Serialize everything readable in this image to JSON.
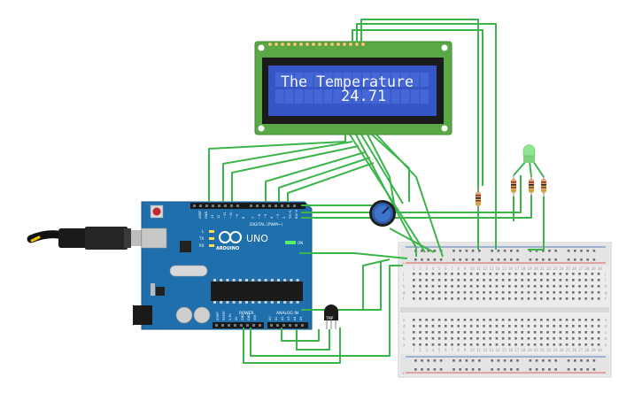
{
  "lcd": {
    "line1": "The Temperature",
    "line2": "24.71"
  },
  "arduino": {
    "logo_text": "ARDUINO",
    "model_label": "UNO",
    "on_label": "ON",
    "digital_label": "DIGITAL (PWM~)",
    "power_label": "POWER",
    "analog_label": "ANALOG IN",
    "pin_aref": "AREF",
    "pin_gnd": "GND",
    "pin_13": "13",
    "pin_12": "12",
    "pin_11": "~11",
    "pin_10": "~10",
    "pin_9": "~9",
    "pin_8": "8",
    "pin_7": "7",
    "pin_6": "~6",
    "pin_5": "~5",
    "pin_4": "4",
    "pin_3": "~3",
    "pin_2": "2",
    "pin_tx1": "TX→1",
    "pin_rx0": "RX←0",
    "led_l": "L",
    "led_tx": "TX",
    "led_rx": "RX",
    "pin_ioref": "IOREF",
    "pin_reset": "RESET",
    "pin_3v3": "3.3V",
    "pin_5v": "5V",
    "pin_gnd1": "GND",
    "pin_gnd2": "GND",
    "pin_vin": "VIN",
    "pin_a0": "A0",
    "pin_a1": "A1",
    "pin_a2": "A2",
    "pin_a3": "A3",
    "pin_a4": "A4",
    "pin_a5": "A5"
  },
  "sensor": {
    "label": "TMP"
  },
  "breadboard": {
    "row_letters_top": [
      "j",
      "i",
      "h",
      "g",
      "f"
    ],
    "row_letters_bottom": [
      "e",
      "d",
      "c",
      "b",
      "a"
    ],
    "plus_label": "+",
    "minus_label": "−",
    "column_numbers": [
      "1",
      "2",
      "3",
      "4",
      "5",
      "6",
      "7",
      "8",
      "9",
      "10",
      "11",
      "12",
      "13",
      "14",
      "15",
      "16",
      "17",
      "18",
      "19",
      "20",
      "21",
      "22",
      "23",
      "24",
      "25",
      "26",
      "27",
      "28",
      "29",
      "30"
    ]
  },
  "colors": {
    "arduino_blue": "#1f6fad",
    "wire_green": "#3bb54a",
    "lcd_pcb": "#5aa845",
    "lcd_screen": "#3656c8",
    "breadboard": "#ececec",
    "rail_red": "#d33",
    "rail_blue": "#2a5db0"
  }
}
